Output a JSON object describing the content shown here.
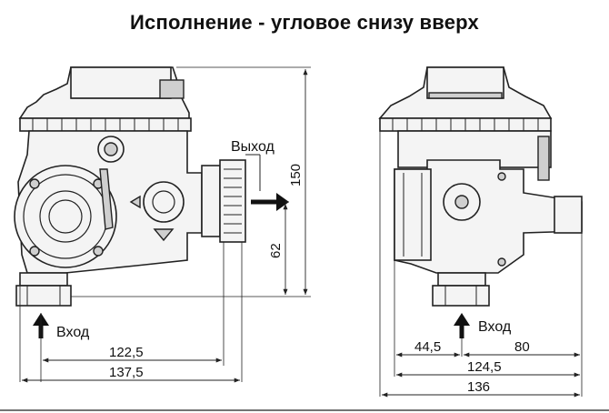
{
  "title": "Исполнение - угловое снизу вверх",
  "left_view": {
    "outlet_label": "Выход",
    "inlet_label": "Вход",
    "dim_height_total": "150",
    "dim_height_outlet": "62",
    "dim_width_inlet": "122,5",
    "dim_width_total": "137,5"
  },
  "right_view": {
    "inlet_label": "Вход",
    "dim_left": "44,5",
    "dim_right": "80",
    "dim_width_body": "124,5",
    "dim_width_total": "136"
  },
  "colors": {
    "line": "#222222",
    "body_fill": "#f4f4f4",
    "text": "#111111"
  }
}
